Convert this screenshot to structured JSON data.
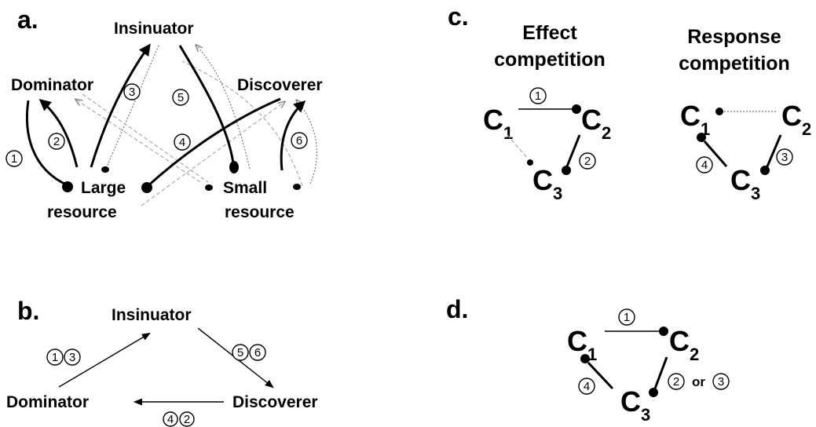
{
  "panel_a": {
    "letter": "a.",
    "insinuator": "Insinuator",
    "dominator": "Dominator",
    "discoverer": "Discoverer",
    "large_resource_1": "Large",
    "large_resource_2": "resource",
    "small_resource_1": "Small",
    "small_resource_2": "resource",
    "numbers": [
      "1",
      "2",
      "3",
      "4",
      "5",
      "6"
    ]
  },
  "panel_b": {
    "letter": "b.",
    "insinuator": "Insinuator",
    "dominator": "Dominator",
    "discoverer": "Discoverer",
    "numbers": [
      "1",
      "3",
      "5",
      "6",
      "4",
      "2"
    ]
  },
  "panel_c": {
    "letter": "c.",
    "effect_title_1": "Effect",
    "effect_title_2": "competition",
    "response_title_1": "Response",
    "response_title_2": "competition",
    "c_letter": "C",
    "subs": [
      "1",
      "2",
      "3"
    ],
    "numbers": [
      "1",
      "2",
      "4",
      "3"
    ]
  },
  "panel_d": {
    "letter": "d.",
    "c_letter": "C",
    "subs": [
      "1",
      "2",
      "3"
    ],
    "numbers": [
      "1",
      "4",
      "2",
      "3"
    ],
    "or_text": "or"
  }
}
